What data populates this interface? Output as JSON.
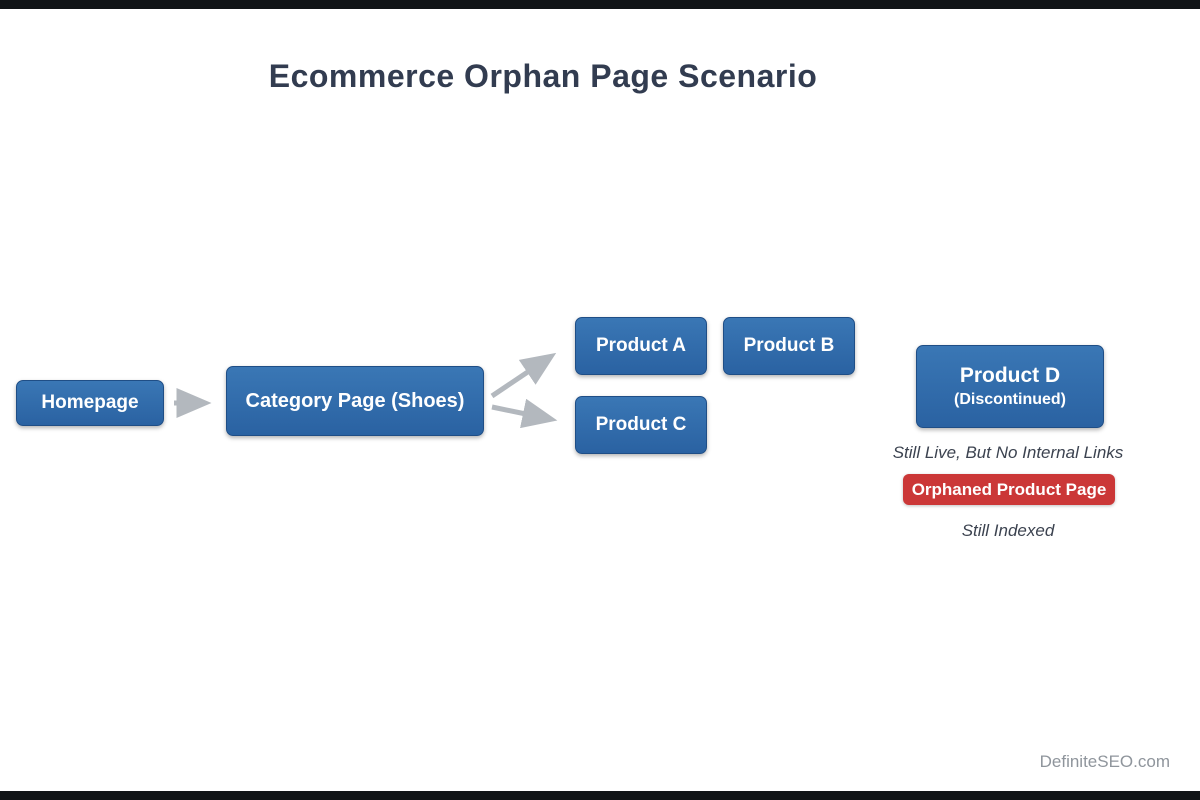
{
  "meta": {
    "title": "Ecommerce Orphan Page Scenario",
    "watermark": "DefiniteSEO.com"
  },
  "colors": {
    "box_blue_top": "#3a77b5",
    "box_blue_bottom": "#2a62a2",
    "box_border": "#1f4e86",
    "badge_red": "#cb3737",
    "arrow_gray": "#b3b8be",
    "title_color": "#323c50",
    "annotation_color": "#3c4350",
    "watermark_color": "#8f959c"
  },
  "nodes": {
    "homepage": {
      "label": "Homepage"
    },
    "category": {
      "label": "Category Page (Shoes)"
    },
    "product_a": {
      "label": "Product A"
    },
    "product_b": {
      "label": "Product B"
    },
    "product_c": {
      "label": "Product C"
    },
    "product_d": {
      "title": "Product D",
      "subtitle": "(Discontinued)"
    }
  },
  "annotations": {
    "still_live": "Still Live, But No Internal Links",
    "orphan_badge": "Orphaned Product Page",
    "still_indexed": "Still Indexed"
  }
}
